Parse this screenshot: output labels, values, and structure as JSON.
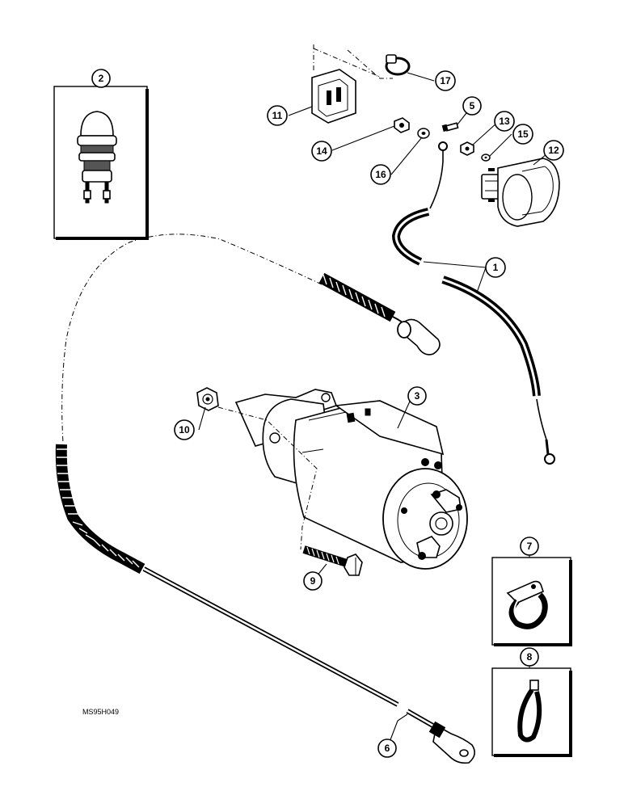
{
  "drawing_code": "MS95H049",
  "callouts": [
    {
      "id": "1",
      "label": "1"
    },
    {
      "id": "2",
      "label": "2"
    },
    {
      "id": "3",
      "label": "3"
    },
    {
      "id": "5",
      "label": "5"
    },
    {
      "id": "6",
      "label": "6"
    },
    {
      "id": "7",
      "label": "7"
    },
    {
      "id": "8",
      "label": "8"
    },
    {
      "id": "9",
      "label": "9"
    },
    {
      "id": "10",
      "label": "10"
    },
    {
      "id": "11",
      "label": "11"
    },
    {
      "id": "12",
      "label": "12"
    },
    {
      "id": "13",
      "label": "13"
    },
    {
      "id": "14",
      "label": "14"
    },
    {
      "id": "15",
      "label": "15"
    },
    {
      "id": "16",
      "label": "16"
    },
    {
      "id": "17",
      "label": "17"
    }
  ]
}
